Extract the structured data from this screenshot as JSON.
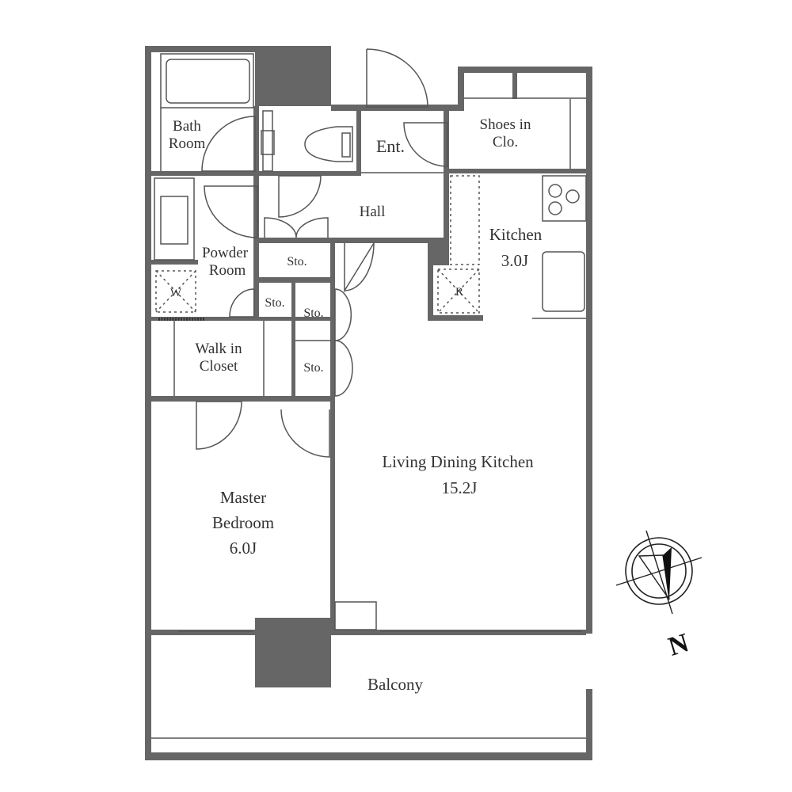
{
  "rooms": {
    "bath": [
      "Bath",
      "Room"
    ],
    "ent": "Ent.",
    "shoes": [
      "Shoes in",
      "Clo."
    ],
    "hall": "Hall",
    "kitchen": [
      "Kitchen",
      "3.0J"
    ],
    "powder": [
      "Powder",
      "Room"
    ],
    "washer": "W",
    "fridge": "R",
    "storage": [
      "Sto.",
      "Sto.",
      "Sto.",
      "Sto."
    ],
    "walkin": [
      "Walk in",
      "Closet"
    ],
    "ldk": [
      "Living Dining Kitchen",
      "15.2J"
    ],
    "master": [
      "Master",
      "Bedroom",
      "6.0J"
    ],
    "balcony": "Balcony"
  },
  "compass": {
    "label": "N"
  },
  "colors": {
    "wall": "#666666",
    "line": "#555555"
  }
}
